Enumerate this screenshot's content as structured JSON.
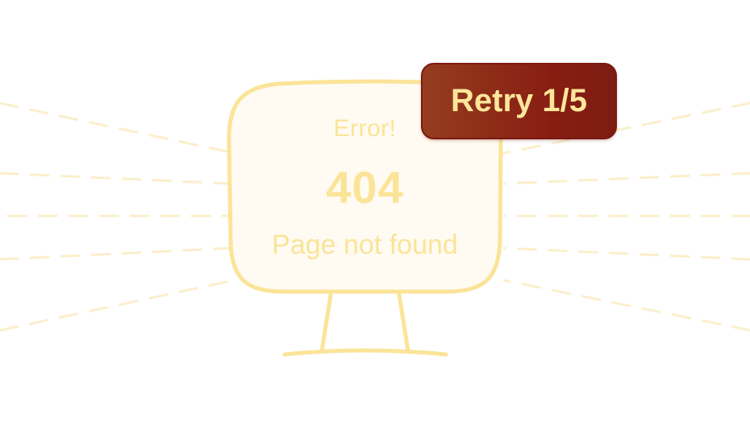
{
  "error": {
    "label": "Error!",
    "code": "404",
    "message": "Page not found"
  },
  "retry": {
    "label": "Retry 1/5",
    "attempt": 1,
    "max_attempts": 5
  },
  "colors": {
    "accent": "#fbe498",
    "monitor_fill": "#fffbf2",
    "button_bg": "#8c2716",
    "button_text": "#fde69a"
  },
  "icons": [
    "monitor-icon"
  ]
}
